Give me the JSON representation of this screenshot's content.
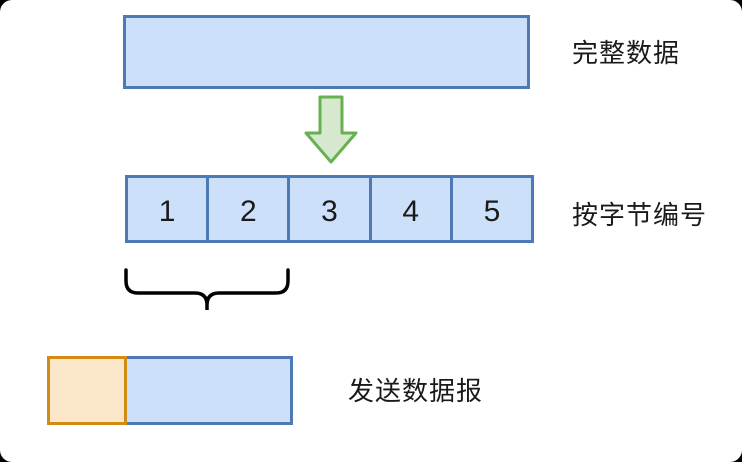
{
  "labels": {
    "complete_data": "完整数据",
    "byte_numbering": "按字节编号",
    "send_datagram": "发送数据报"
  },
  "byte_row": {
    "cells": [
      "1",
      "2",
      "3",
      "4",
      "5"
    ],
    "highlighted_range": "1-2"
  },
  "icons": {
    "down_arrow": "down-arrow-icon",
    "underbrace": "underbrace-shape"
  },
  "colors": {
    "blue_fill": "#cde0fa",
    "blue_stroke": "#4d7ab5",
    "green_fill": "#d6e9cf",
    "green_stroke": "#68b152",
    "orange_fill": "#fde7cb",
    "orange_stroke": "#d28c14",
    "brace_color": "#000000",
    "text_color": "#1a1a1a",
    "card_bg": "#ffffff"
  }
}
